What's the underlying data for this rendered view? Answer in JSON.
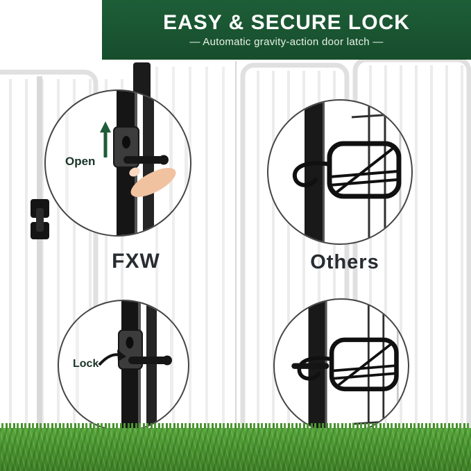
{
  "banner": {
    "title": "EASY & SECURE LOCK",
    "subtitle": "— Automatic gravity-action door latch —"
  },
  "comparison": {
    "fxw_label": "FXW",
    "others_label": "Others",
    "open_label": "Open",
    "lock_label": "Lock"
  },
  "colors": {
    "banner_green": "#1a5632",
    "grass_green": "#4f9c33",
    "arrow_green": "#1e5c38",
    "heading_text": "#272c31",
    "detail_label_text": "#1a3428",
    "latch_black": "#161616",
    "fence_gray": "#e0e0e0"
  },
  "icons": {
    "up_arrow": "up-arrow-icon",
    "curved_arrow": "curved-arrow-icon",
    "finger": "finger-pointer-icon"
  }
}
